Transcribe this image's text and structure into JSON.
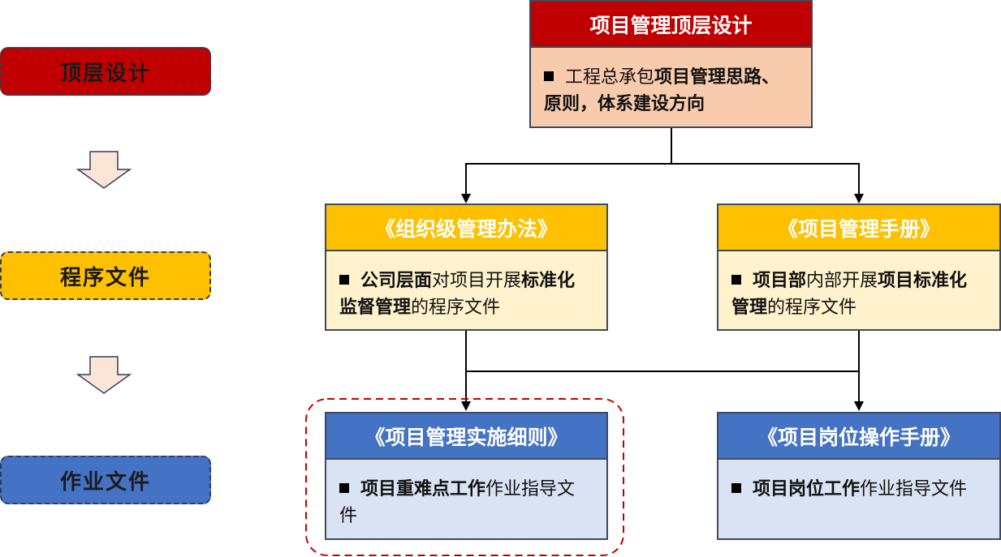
{
  "levels": {
    "top": "顶层设计",
    "procedure": "程序文件",
    "work": "作业文件"
  },
  "top_box": {
    "title": "项目管理顶层设计",
    "body_prefix": "工程总承包",
    "body_bold": "项目管理思路、原则，体系建设方向"
  },
  "org_box": {
    "title": "《组织级管理办法》",
    "b1": "公司层面",
    "t1": "对项目开展",
    "b2": "标准化监督管理",
    "t2": "的程序文件"
  },
  "manual_box": {
    "title": "《项目管理手册》",
    "b1": "项目部",
    "t1": "内部开展",
    "b2": "项目标准化管理",
    "t2": "的程序文件"
  },
  "impl_box": {
    "title": "《项目管理实施细则》",
    "b1": "项目重难点工作",
    "t1": "作业指导文件"
  },
  "post_box": {
    "title": "《项目岗位操作手册》",
    "b1": "项目岗位工作",
    "t1": "作业指导文件"
  },
  "colors": {
    "top_header": "#c00000",
    "top_body": "#f8cbad",
    "mid_header": "#ffc000",
    "mid_body": "#fff2cc",
    "low_header": "#4472c4",
    "low_body": "#dae3f3",
    "highlight_border": "#c00000"
  }
}
